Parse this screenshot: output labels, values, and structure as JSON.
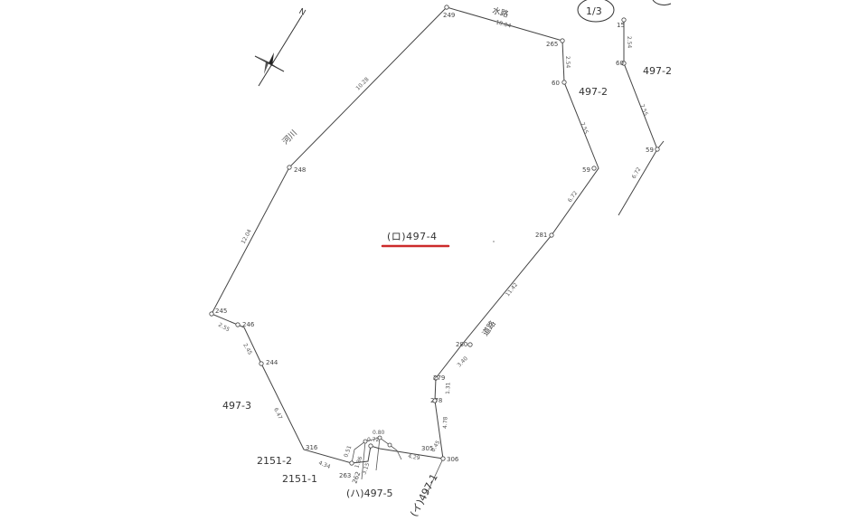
{
  "sheet": "1/3",
  "highlight": {
    "label": "(ロ)497-4",
    "underline_color": "#cc2a2a"
  },
  "compass": {
    "north_label": "N"
  },
  "roads": [
    {
      "id": "suiro",
      "label": "水路"
    },
    {
      "id": "kasen",
      "label": "河川"
    },
    {
      "id": "douro",
      "label": "道路"
    }
  ],
  "parcels": [
    {
      "id": "p497-2",
      "label": "497-2"
    },
    {
      "id": "p497-2b",
      "label": "497-2"
    },
    {
      "id": "p497-3",
      "label": "497-3"
    },
    {
      "id": "p2151-2",
      "label": "2151-2"
    },
    {
      "id": "p2151-1",
      "label": "2151-1"
    },
    {
      "id": "p497-5",
      "label": "(ハ)497-5"
    },
    {
      "id": "p497-1",
      "label": "(イ)497-1"
    }
  ],
  "points": [
    {
      "id": "249",
      "label": "249"
    },
    {
      "id": "265",
      "label": "265"
    },
    {
      "id": "60",
      "label": "60"
    },
    {
      "id": "59",
      "label": "59"
    },
    {
      "id": "281",
      "label": "281"
    },
    {
      "id": "280",
      "label": "280"
    },
    {
      "id": "279",
      "label": "279"
    },
    {
      "id": "278",
      "label": "278"
    },
    {
      "id": "306",
      "label": "306"
    },
    {
      "id": "305",
      "label": "305"
    },
    {
      "id": "263",
      "label": "263"
    },
    {
      "id": "262",
      "label": "262"
    },
    {
      "id": "316",
      "label": "316"
    },
    {
      "id": "244",
      "label": "244"
    },
    {
      "id": "246",
      "label": "246"
    },
    {
      "id": "245",
      "label": "245"
    },
    {
      "id": "248",
      "label": "248"
    },
    {
      "id": "15r",
      "label": "15"
    },
    {
      "id": "60r",
      "label": "60"
    },
    {
      "id": "59r",
      "label": "59"
    }
  ],
  "distances": [
    {
      "id": "d249-265",
      "label": "10.04"
    },
    {
      "id": "d265-60",
      "label": "2.54"
    },
    {
      "id": "d60-59",
      "label": "7.55"
    },
    {
      "id": "d59-281",
      "label": "6.72"
    },
    {
      "id": "d281-280",
      "label": "11.42"
    },
    {
      "id": "d280-279",
      "label": "3.40"
    },
    {
      "id": "d279-278",
      "label": "1.31"
    },
    {
      "id": "d278-306",
      "label": "4.78"
    },
    {
      "id": "d306-305",
      "label": "4.29"
    },
    {
      "id": "d249-248",
      "label": "10.28"
    },
    {
      "id": "d248-245",
      "label": "12.04"
    },
    {
      "id": "d245-246",
      "label": "2.55"
    },
    {
      "id": "d246-244",
      "label": "2.45"
    },
    {
      "id": "d244-316",
      "label": "6.47"
    },
    {
      "id": "d316-263",
      "label": "4.34"
    },
    {
      "id": "dsmall1",
      "label": "0.80"
    },
    {
      "id": "dsmall2",
      "label": "0.72"
    },
    {
      "id": "dsmall3",
      "label": "0.51"
    },
    {
      "id": "dsmall4",
      "label": "3.15"
    },
    {
      "id": "dsmall5",
      "label": "1.86"
    },
    {
      "id": "dsmall6",
      "label": "0.45"
    },
    {
      "id": "dr1",
      "label": "2.54"
    },
    {
      "id": "dr2",
      "label": "7.55"
    },
    {
      "id": "dr3",
      "label": "6.72"
    }
  ]
}
